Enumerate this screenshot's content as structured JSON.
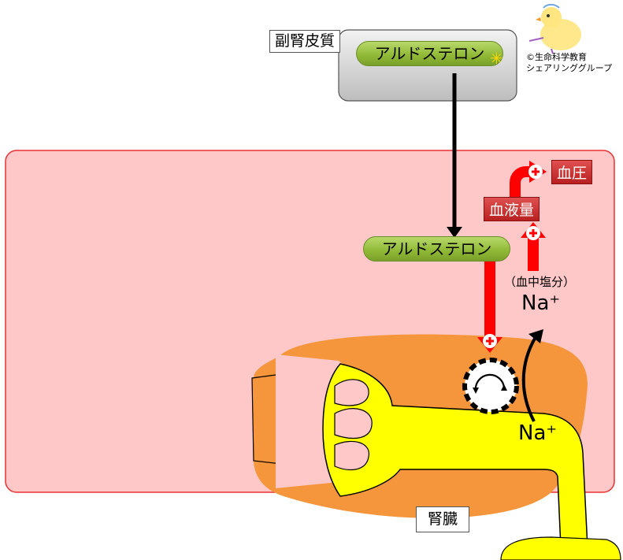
{
  "labels": {
    "adrenal_cortex": "副腎皮質",
    "aldosterone_top": "アルドステロン",
    "aldosterone_mid": "アルドステロン",
    "blood_pressure": "血圧",
    "blood_volume": "血液量",
    "blood_salt": "（血中塩分）",
    "na_upper": "Na⁺",
    "na_lower": "Na⁺",
    "kidney": "腎臓"
  },
  "credit": {
    "line1": "©生命科学教育",
    "line2": "シェアリンググループ"
  },
  "colors": {
    "cell_fill": "#ffc8c8",
    "cell_border": "#e83030",
    "kidney_orange": "#f5963c",
    "tubule_yellow": "#ffff00",
    "arrow_red": "#ff0000",
    "pill_green": "#8fb835"
  }
}
